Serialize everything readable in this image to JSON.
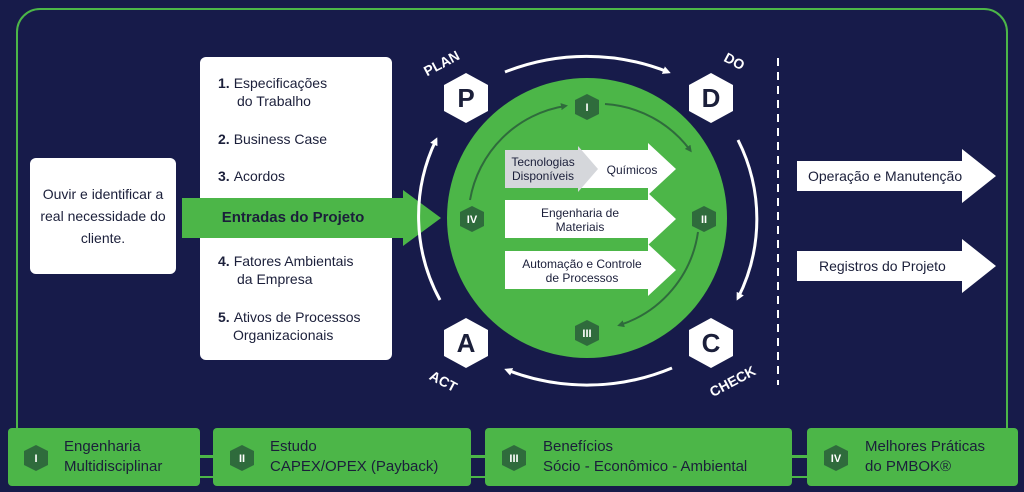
{
  "client": {
    "text": "Ouvir e identificar a real necessidade do cliente."
  },
  "inputs": {
    "items": [
      {
        "num": "1.",
        "line1": "Especificações",
        "line2": "do Trabalho"
      },
      {
        "num": "2.",
        "line1": "Business Case",
        "line2": ""
      },
      {
        "num": "3.",
        "line1": "Acordos",
        "line2": ""
      },
      {
        "num": "4.",
        "line1": "Fatores Ambientais",
        "line2": "da Empresa"
      },
      {
        "num": "5.",
        "line1": "Ativos de Processos",
        "line2": "Organizacionais"
      }
    ],
    "arrow_label": "Entradas do Projeto"
  },
  "pdca": {
    "plan": {
      "letter": "P",
      "label": "PLAN"
    },
    "do": {
      "letter": "D",
      "label": "DO"
    },
    "check": {
      "letter": "C",
      "label": "CHECK"
    },
    "act": {
      "letter": "A",
      "label": "ACT"
    }
  },
  "inner": {
    "roman": [
      "I",
      "II",
      "III",
      "IV"
    ],
    "tech_label_line1": "Tecnologias",
    "tech_label_line2": "Disponíveis",
    "chemicals": "Químicos",
    "materials_line1": "Engenharia de",
    "materials_line2": "Materiais",
    "automation_line1": "Automação e Controle",
    "automation_line2": "de Processos"
  },
  "outputs": [
    {
      "label": "Operação e Manutenção"
    },
    {
      "label": "Registros do Projeto"
    }
  ],
  "bottom": [
    {
      "roman": "I",
      "line1": "Engenharia",
      "line2": "Multidisciplinar"
    },
    {
      "roman": "II",
      "line1": "Estudo",
      "line2": "CAPEX/OPEX (Payback)"
    },
    {
      "roman": "III",
      "line1": "Benefícios",
      "line2": "Sócio - Econômico - Ambiental"
    },
    {
      "roman": "IV",
      "line1": "Melhores Práticas",
      "line2": "do PMBOK®"
    }
  ],
  "colors": {
    "background": "#171b4a",
    "green": "#4cb648",
    "dark_green": "#2f6b3c",
    "white": "#ffffff",
    "gray": "#d5d7db",
    "text": "#1b1f3a"
  }
}
